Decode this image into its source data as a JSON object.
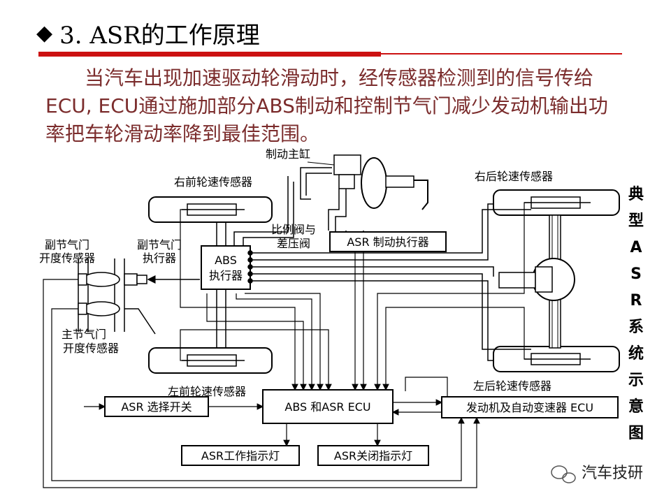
{
  "slide": {
    "bullet": "◆",
    "title": "3.  ASR的工作原理",
    "intro": "当汽车出现加速驱动轮滑动时，经传感器检测到的信号传给ECU, ECU通过施加部分ABS制动和控制节气门减少发动机输出功率把车轮滑动率降到最佳范围。"
  },
  "diagram": {
    "side_title": [
      "典",
      "型",
      "A",
      "S",
      "R",
      "系",
      "统",
      "示",
      "意",
      "图"
    ],
    "labels": {
      "master_cylinder": "制动主缸",
      "front_right_sensor": "右前轮速传感器",
      "rear_right_sensor": "右后轮速传感器",
      "front_left_sensor": "左前轮速传感器",
      "rear_left_sensor": "左后轮速传感器",
      "sub_throttle_sensor_1": "副节气门",
      "sub_throttle_sensor_2": "开度传感器",
      "sub_throttle_actuator_1": "副节气门",
      "sub_throttle_actuator_2": "执行器",
      "main_throttle_sensor_1": "主节气门",
      "main_throttle_sensor_2": "开度传感器",
      "proportioning_valve_1": "比例阀与",
      "proportioning_valve_2": "差压阀",
      "asr_actuator": "ASR 制动执行器",
      "abs_actuator_1": "ABS",
      "abs_actuator_2": "执行器",
      "ecu": "ABS 和ASR  ECU",
      "asr_switch": "ASR 选择开关",
      "engine_ecu": "发动机及自动变速器 ECU",
      "asr_work_lamp": "ASR工作指示灯",
      "asr_off_lamp": "ASR关闭指示灯"
    }
  },
  "watermark": {
    "text": "汽车技研"
  }
}
